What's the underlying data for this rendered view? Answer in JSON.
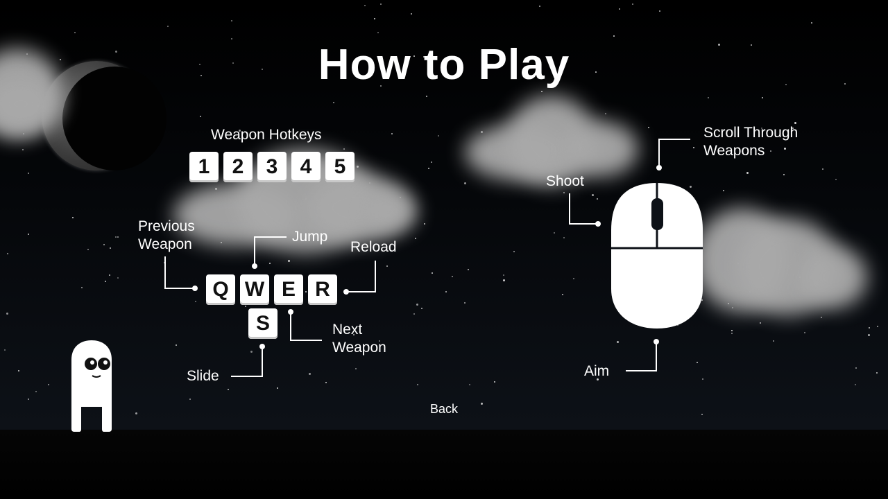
{
  "title": "How to Play",
  "weapon_hotkeys": {
    "label": "Weapon Hotkeys",
    "keys": [
      "1",
      "2",
      "3",
      "4",
      "5"
    ]
  },
  "keyboard": {
    "keys": [
      "Q",
      "W",
      "E",
      "R"
    ],
    "slide_key": "S",
    "labels": {
      "previous_weapon": [
        "Previous",
        "Weapon"
      ],
      "jump": "Jump",
      "reload": "Reload",
      "next_weapon": [
        "Next",
        "Weapon"
      ],
      "slide": "Slide"
    }
  },
  "mouse": {
    "labels": {
      "scroll": [
        "Scroll Through",
        "Weapons"
      ],
      "shoot": "Shoot",
      "aim": "Aim"
    }
  },
  "back_label": "Back",
  "colors": {
    "sky_top": "#000000",
    "sky_bottom": "#11151b",
    "cloud": "#a9a9a9",
    "key_face": "#ffffff",
    "text": "#ffffff"
  }
}
